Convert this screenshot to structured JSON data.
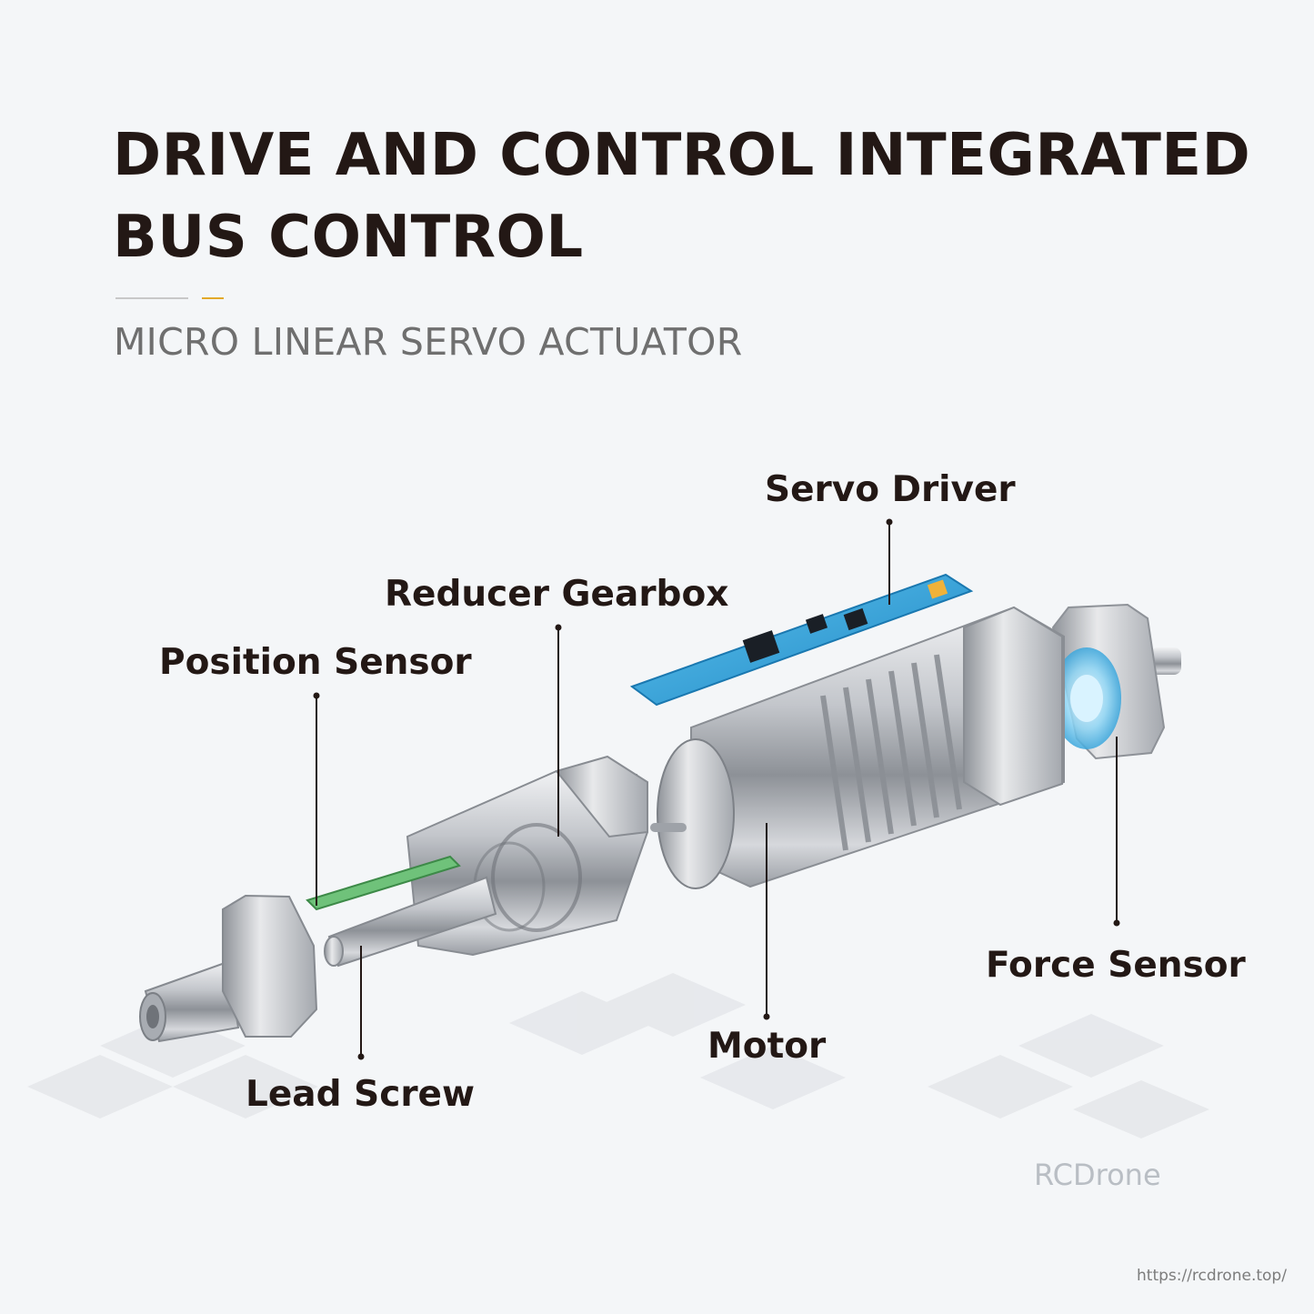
{
  "title": {
    "line1": "DRIVE AND CONTROL INTEGRATED",
    "line2": "BUS CONTROL"
  },
  "subtitle": "MICRO LINEAR SERVO ACTUATOR",
  "labels": {
    "servo_driver": "Servo Driver",
    "reducer_gearbox": "Reducer Gearbox",
    "position_sensor": "Position Sensor",
    "force_sensor": "Force Sensor",
    "motor": "Motor",
    "lead_screw": "Lead Screw"
  },
  "watermarks": {
    "brand": "RCDrone",
    "url": "https://rcdrone.top/"
  },
  "colors": {
    "title": "#231815",
    "accent": "#e3a92a",
    "pcb": "#2b9fd6",
    "metal": "#c9ccd0"
  }
}
